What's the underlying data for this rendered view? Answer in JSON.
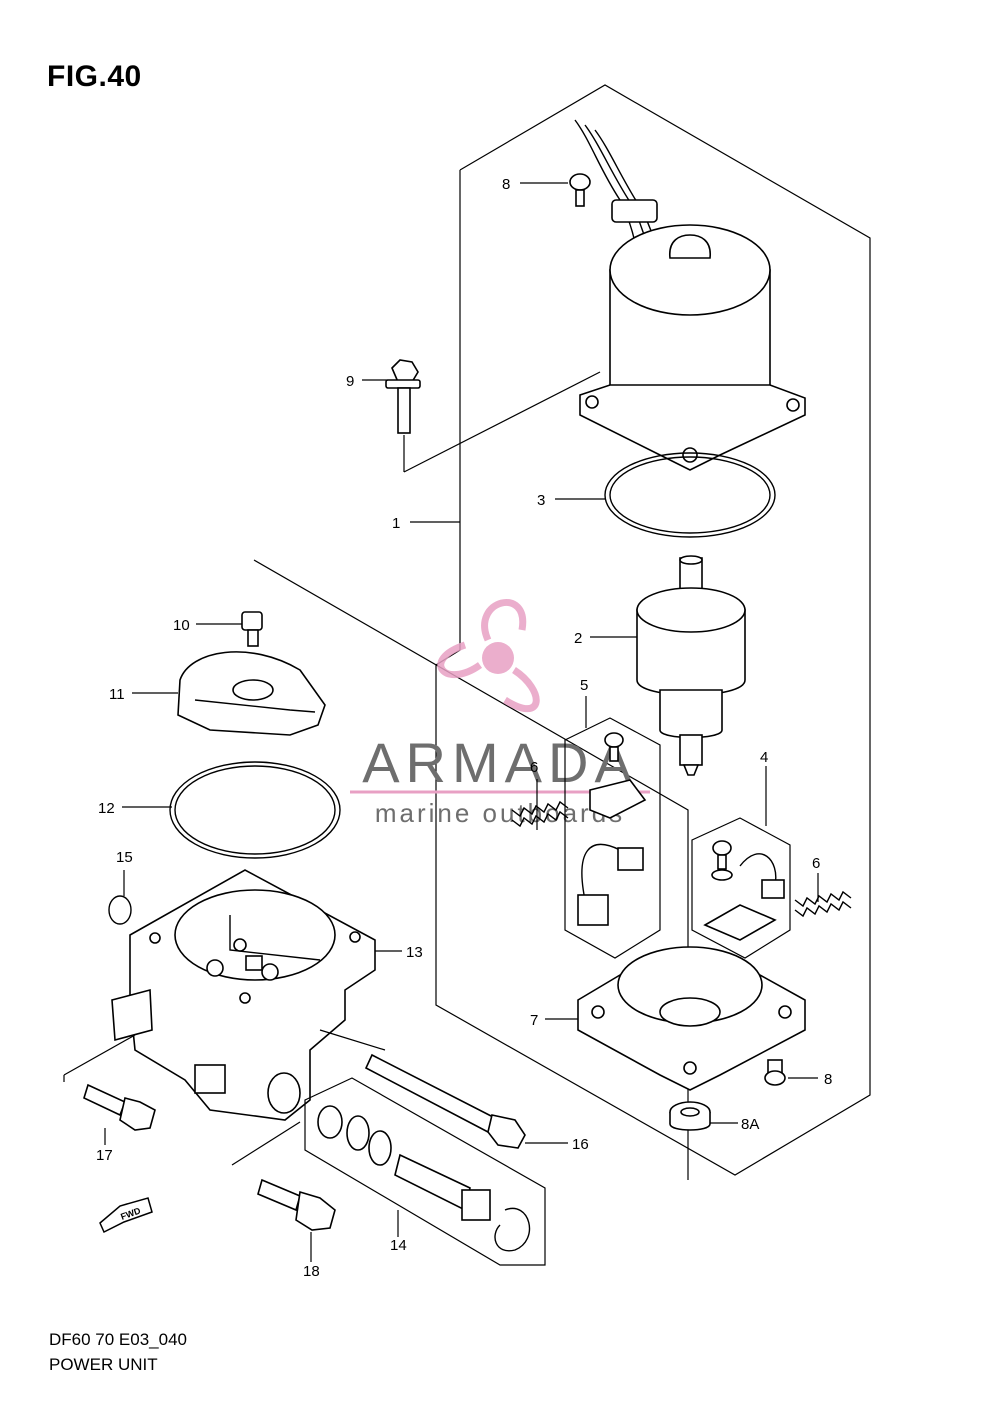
{
  "figure": {
    "title": "FIG.40",
    "code": "DF60 70 E03_040",
    "name": "POWER UNIT"
  },
  "watermark": {
    "brand": "ARMADA",
    "tagline": "marine outboards",
    "logo_color": "#e8a0c4"
  },
  "fwd_label": "FWD",
  "callouts": {
    "c1": "1",
    "c2": "2",
    "c3": "3",
    "c4": "4",
    "c5": "5",
    "c6a": "6",
    "c6b": "6",
    "c7": "7",
    "c8a": "8",
    "c8b": "8",
    "c8A": "8A",
    "c9": "9",
    "c10": "10",
    "c11": "11",
    "c12": "12",
    "c13": "13",
    "c14": "14",
    "c15": "15",
    "c16": "16",
    "c17": "17",
    "c18": "18"
  }
}
